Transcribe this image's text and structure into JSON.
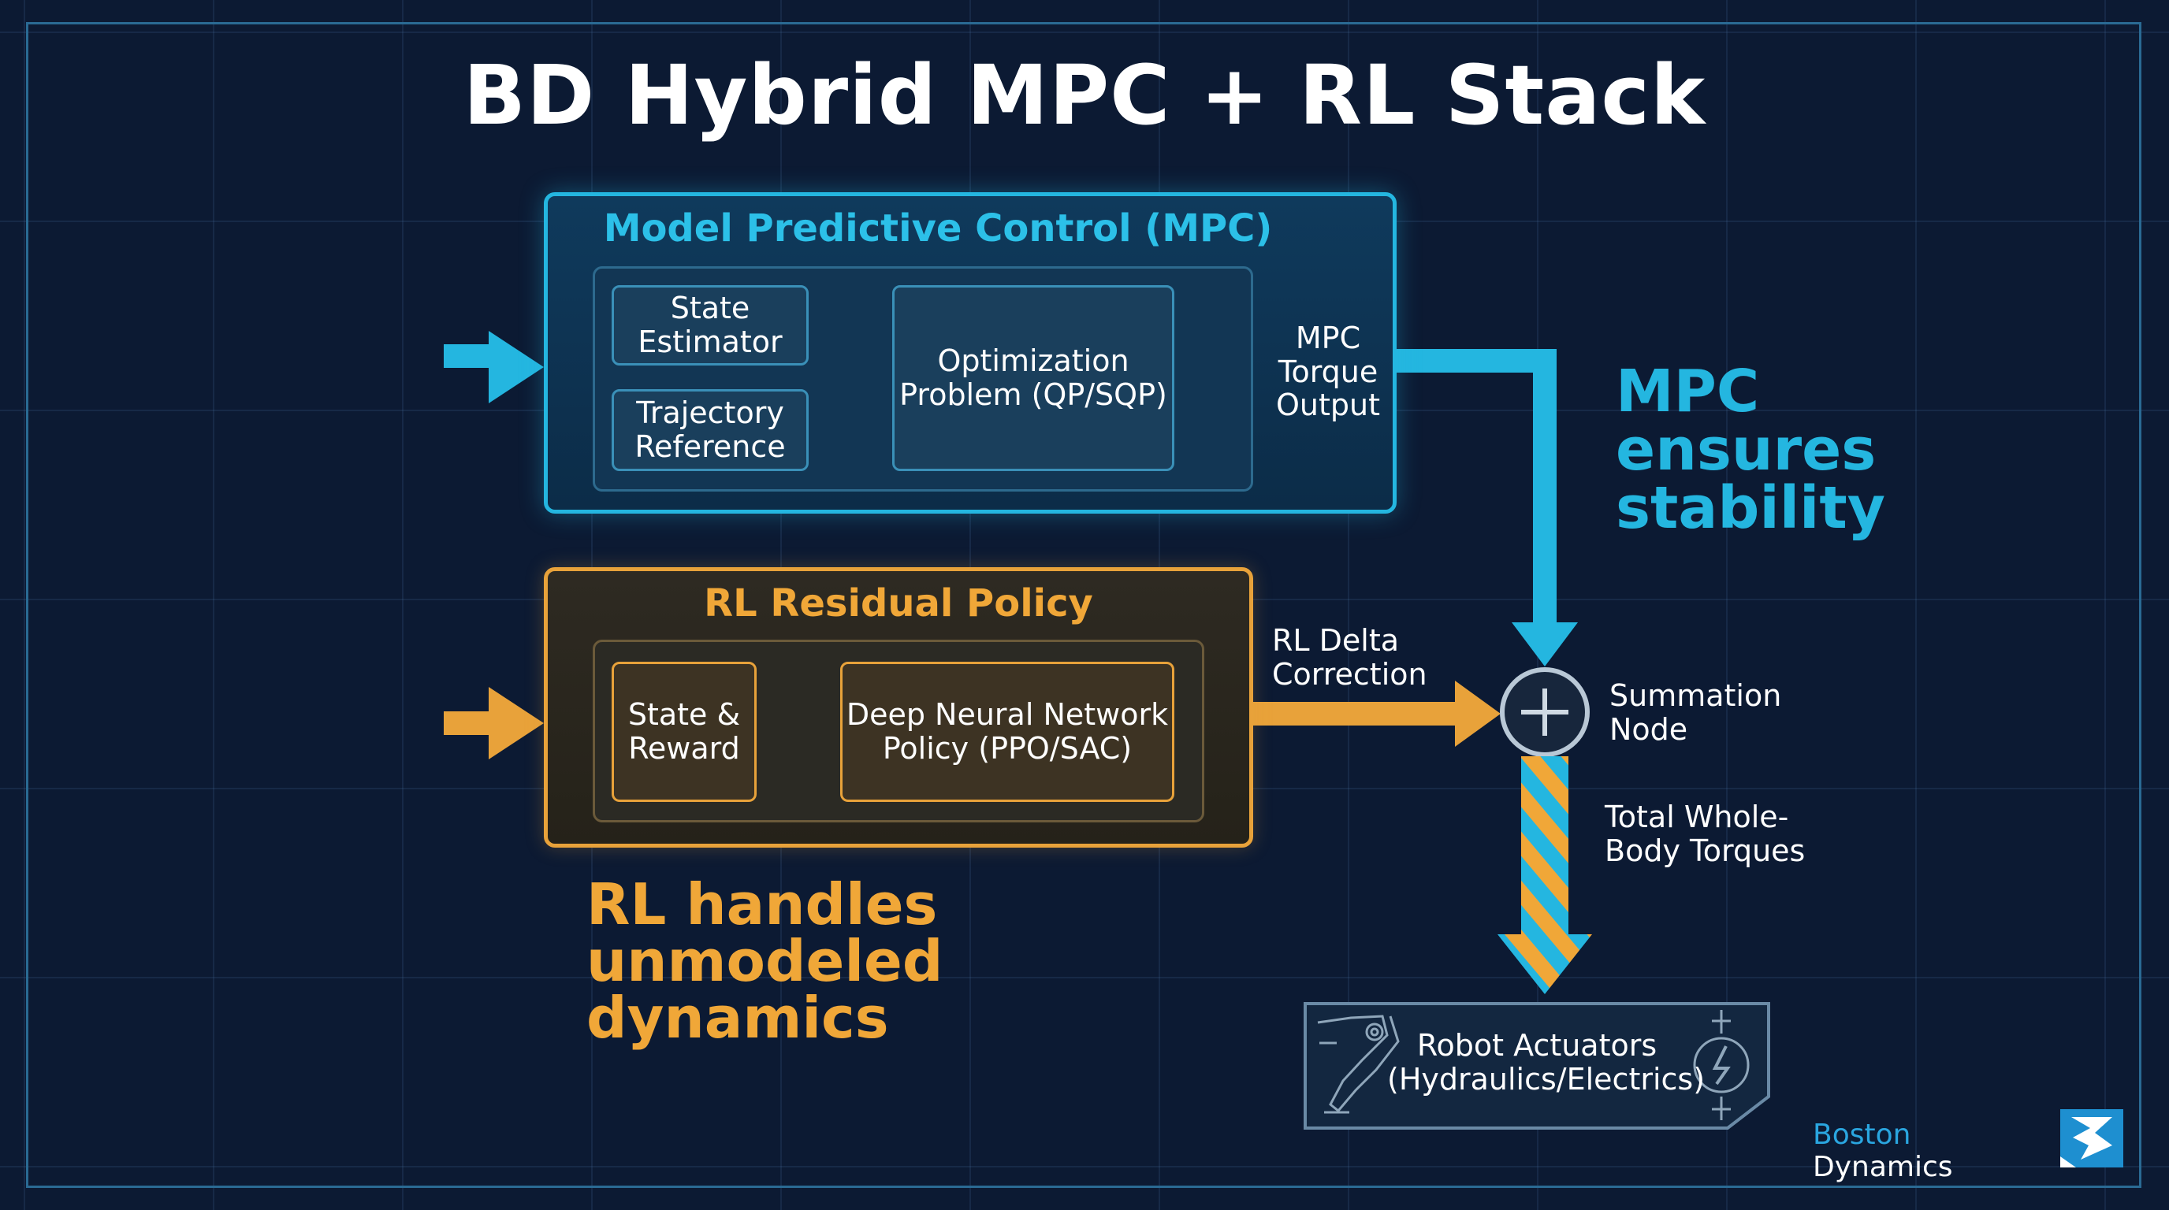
{
  "title": "BD Hybrid MPC + RL Stack",
  "mpc": {
    "title": "Model Predictive Control (MPC)",
    "state_estimator": "State Estimator",
    "trajectory_reference": "Trajectory Reference",
    "optimization": "Optimization Problem (QP/SQP)",
    "output": "MPC Torque Output"
  },
  "rl": {
    "title": "RL Residual Policy",
    "state_reward": "State & Reward",
    "policy": "Deep Neural Network Policy (PPO/SAC)"
  },
  "labels": {
    "rl_delta": "RL Delta Correction",
    "summation": "Summation Node",
    "total_torques": "Total Whole-Body Torques",
    "mpc_callout": "MPC ensures stability",
    "rl_callout": "RL handles unmodeled dynamics"
  },
  "actuators": {
    "label": "Robot Actuators (Hydraulics/Electrics)"
  },
  "brand": {
    "boston": "Boston",
    "dynamics": "Dynamics"
  },
  "colors": {
    "background": "#0c1a33",
    "mpc_accent": "#24b6e0",
    "rl_accent": "#f0a738"
  },
  "icons": [
    "gears-icon",
    "network-hub-icon",
    "waveform-icon",
    "circuit-icon",
    "neural-net-icon",
    "plus-icon",
    "robot-leg-icon",
    "lightning-actuator-icon",
    "boston-dynamics-logo"
  ]
}
